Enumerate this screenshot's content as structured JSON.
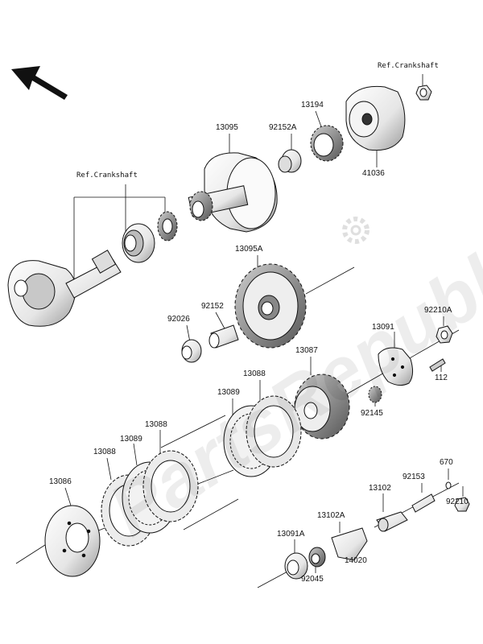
{
  "references": {
    "crankshaft_top": "Ref.Crankshaft",
    "crankshaft_left": "Ref.Crankshaft"
  },
  "watermark": "PartsRepublik",
  "parts": {
    "p13095": "13095",
    "p92152A": "92152A",
    "p13194": "13194",
    "p41036": "41036",
    "p13095A": "13095A",
    "p92152": "92152",
    "p92026": "92026",
    "p92210A": "92210A",
    "p13091": "13091",
    "p112": "112",
    "p13087": "13087",
    "p92145": "92145",
    "p13088_top": "13088",
    "p13089_top": "13089",
    "p13088_mid": "13088",
    "p13089_mid": "13089",
    "p13088_left": "13088",
    "p13086": "13086",
    "p670": "670",
    "p92153": "92153",
    "p13102": "13102",
    "p92210": "92210",
    "p13102A": "13102A",
    "p13091A": "13091A",
    "p14020": "14020",
    "p92045": "92045"
  },
  "colors": {
    "line": "#111111",
    "part_fill": "#f2f2f2",
    "part_shade": "#9a9a9a",
    "watermark": "#000000"
  },
  "icons": {
    "direction": "front-arrow-icon",
    "watermark_gear": "gear-icon"
  }
}
